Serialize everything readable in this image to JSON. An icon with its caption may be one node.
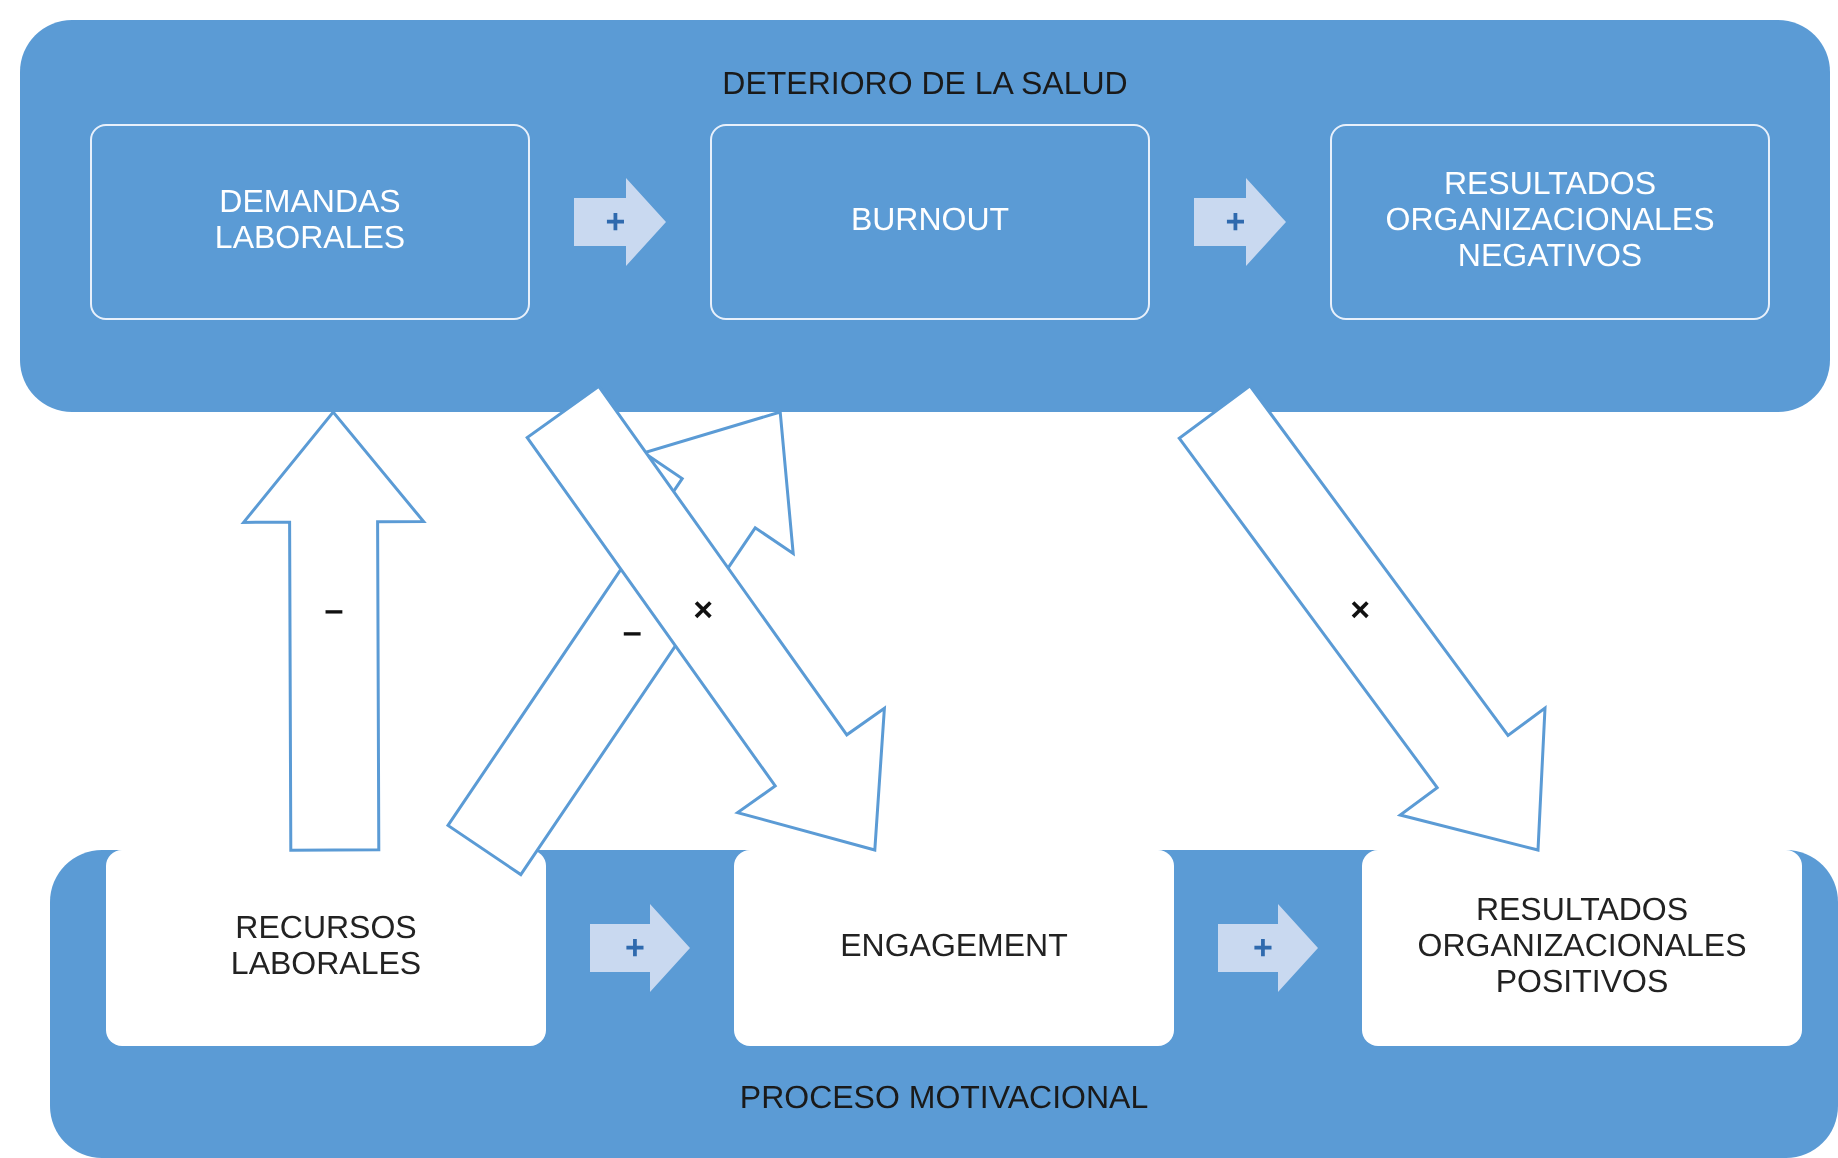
{
  "diagram": {
    "nodes": [
      {
        "text": [
          "DETERIORO DE LA SALUD"
        ]
      },
      {
        "text": [
          "DEMANDAS LABORALES"
        ],
        "in": 0
      },
      {
        "text": [
          "BURNOUT"
        ],
        "in": 0
      },
      {
        "text": [
          "RESULTADOS ORGANIZACIONALES NEGATIVOS"
        ],
        "in": 0
      },
      {
        "text": [
          "PROCESO MOTIVACIONAL"
        ]
      },
      {
        "text": [
          "RECURSOS LABORALES"
        ],
        "in": 4
      },
      {
        "text": [
          "ENGAGEMENT"
        ],
        "in": 4
      },
      {
        "text": [
          "RESULTADOS ORGANIZACIONALES POSITIVOS"
        ],
        "in": 4
      }
    ],
    "edges": [
      {
        "from": 1,
        "to": 2,
        "arrow": "to",
        "label": "+"
      },
      {
        "from": 2,
        "to": 3,
        "arrow": "to",
        "label": "+"
      },
      {
        "from": 5,
        "to": 6,
        "arrow": "to",
        "label": "+"
      },
      {
        "from": 6,
        "to": 7,
        "arrow": "to",
        "label": "+"
      },
      {
        "from": 5,
        "to": 0,
        "arrow": "to",
        "label": "–",
        "style": "thick"
      },
      {
        "from": 5,
        "to": 0,
        "arrow": "to",
        "label": "–",
        "style": "thick"
      },
      {
        "from": 0,
        "to": 6,
        "arrow": "to",
        "label": "×",
        "style": "thick"
      },
      {
        "from": 0,
        "to": 7,
        "arrow": "to",
        "label": "×",
        "style": "thick"
      }
    ]
  }
}
